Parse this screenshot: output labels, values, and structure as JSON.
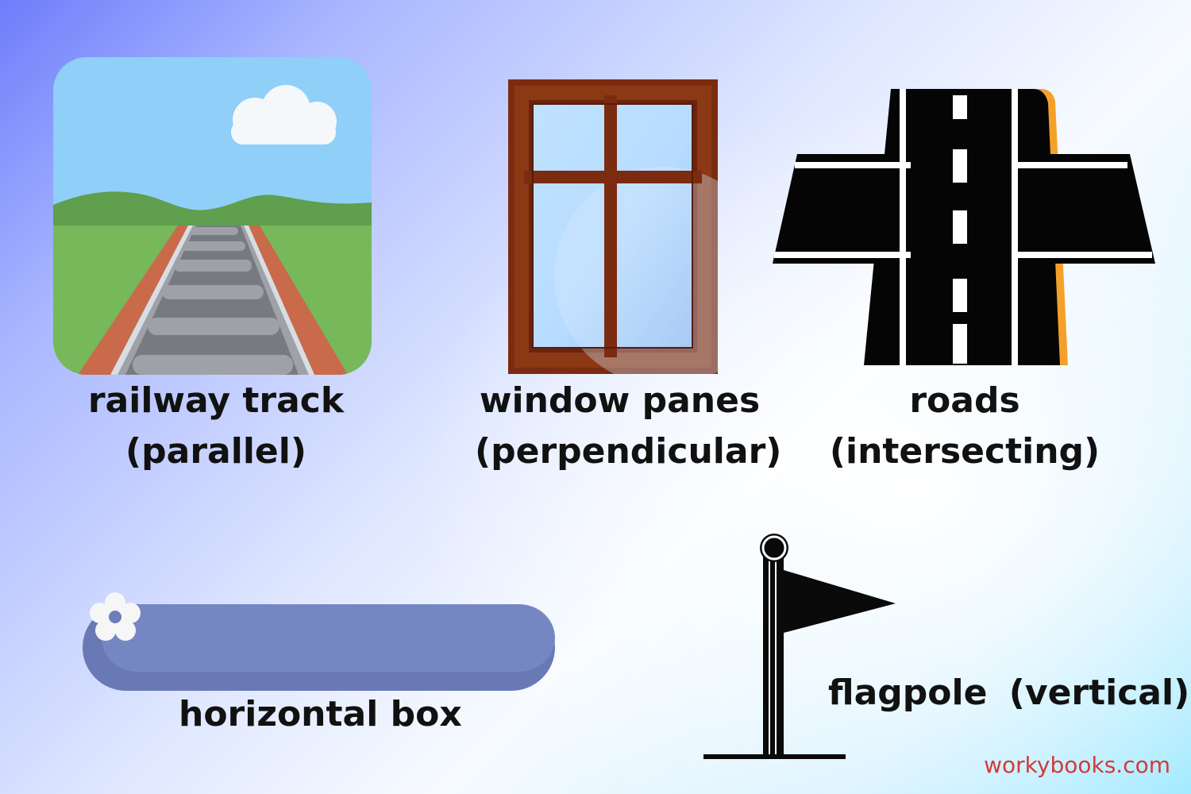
{
  "items": [
    {
      "name": "railway track",
      "relation": "(parallel)",
      "icon": "railway-track-icon"
    },
    {
      "name": "window panes",
      "relation": "(perpendicular)",
      "icon": "window-icon"
    },
    {
      "name": "roads",
      "relation": "(intersecting)",
      "icon": "intersection-icon"
    },
    {
      "name": "horizontal box",
      "icon": "horizontal-box-icon"
    },
    {
      "name": "flagpole",
      "relation": "(vertical)",
      "icon": "flagpole-icon"
    }
  ],
  "brand": "workybooks.com",
  "colors": {
    "sky": "#8fcff8",
    "grass": "#76b85a",
    "window_frame": "#7b2b10",
    "road": "#050505",
    "road_accent": "#f4a12a",
    "box": "#7384bf",
    "brand": "#d33a3a"
  }
}
